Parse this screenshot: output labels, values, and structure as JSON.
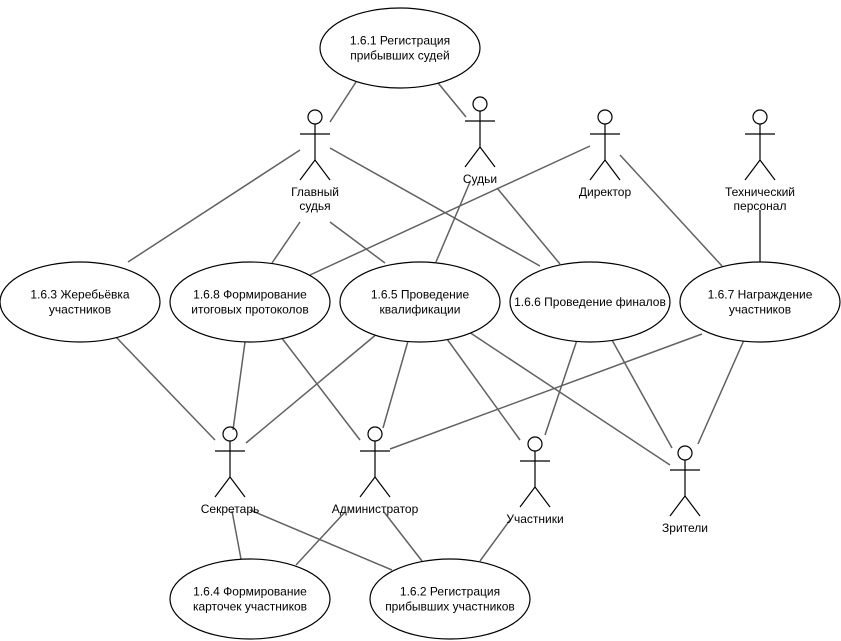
{
  "diagram": {
    "type": "use-case",
    "use_cases": [
      {
        "id": "uc161",
        "lines": [
          "1.6.1 Регистрация",
          "прибывших судей"
        ]
      },
      {
        "id": "uc163",
        "lines": [
          "1.6.3 Жеребьёвка",
          "участников"
        ]
      },
      {
        "id": "uc168",
        "lines": [
          "1.6.8 Формирование",
          "итоговых протоколов"
        ]
      },
      {
        "id": "uc165",
        "lines": [
          "1.6.5 Проведение",
          "квалификации"
        ]
      },
      {
        "id": "uc166",
        "lines": [
          "1.6.6 Проведение финалов"
        ]
      },
      {
        "id": "uc167",
        "lines": [
          "1.6.7 Награждение",
          "участников"
        ]
      },
      {
        "id": "uc164",
        "lines": [
          "1.6.4 Формирование",
          "карточек участников"
        ]
      },
      {
        "id": "uc162",
        "lines": [
          "1.6.2 Регистрация",
          "прибывших участников"
        ]
      }
    ],
    "actors": [
      {
        "id": "chief",
        "lines": [
          "Главный",
          "судья"
        ]
      },
      {
        "id": "judges",
        "lines": [
          "Судьи"
        ]
      },
      {
        "id": "director",
        "lines": [
          "Директор"
        ]
      },
      {
        "id": "tech",
        "lines": [
          "Технический",
          "персонал"
        ]
      },
      {
        "id": "secretary",
        "lines": [
          "Секретарь"
        ]
      },
      {
        "id": "admin",
        "lines": [
          "Администратор"
        ]
      },
      {
        "id": "participants",
        "lines": [
          "Участники"
        ]
      },
      {
        "id": "spectators",
        "lines": [
          "Зрители"
        ]
      }
    ],
    "associations": [
      [
        "chief",
        "uc161"
      ],
      [
        "judges",
        "uc161"
      ],
      [
        "chief",
        "uc163"
      ],
      [
        "chief",
        "uc168"
      ],
      [
        "chief",
        "uc165"
      ],
      [
        "chief",
        "uc166"
      ],
      [
        "judges",
        "uc165"
      ],
      [
        "judges",
        "uc166"
      ],
      [
        "director",
        "uc168"
      ],
      [
        "director",
        "uc167"
      ],
      [
        "tech",
        "uc167"
      ],
      [
        "secretary",
        "uc163"
      ],
      [
        "secretary",
        "uc168"
      ],
      [
        "secretary",
        "uc165"
      ],
      [
        "admin",
        "uc168"
      ],
      [
        "admin",
        "uc165"
      ],
      [
        "admin",
        "uc167"
      ],
      [
        "participants",
        "uc165"
      ],
      [
        "participants",
        "uc166"
      ],
      [
        "spectators",
        "uc165"
      ],
      [
        "spectators",
        "uc166"
      ],
      [
        "spectators",
        "uc167"
      ],
      [
        "secretary",
        "uc164"
      ],
      [
        "secretary",
        "uc162"
      ],
      [
        "admin",
        "uc164"
      ],
      [
        "admin",
        "uc162"
      ],
      [
        "participants",
        "uc162"
      ]
    ]
  }
}
